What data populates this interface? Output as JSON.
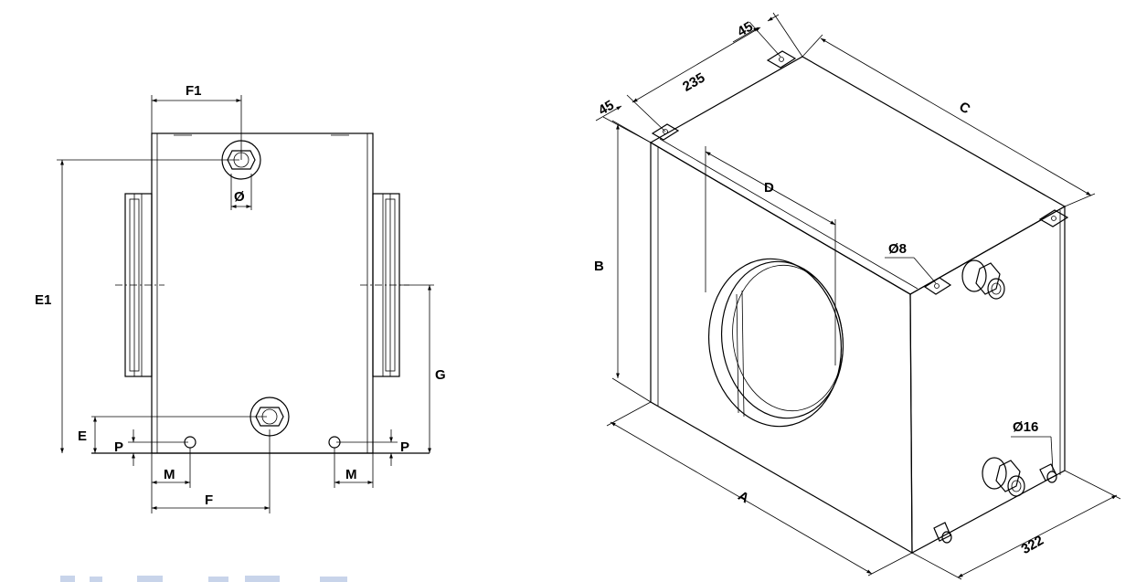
{
  "front_view": {
    "labels": {
      "F1": "F1",
      "diameter": "Ø",
      "E1": "E1",
      "G": "G",
      "E": "E",
      "P_left": "P",
      "P_right": "P",
      "M_left": "M",
      "M_right": "M",
      "F": "F"
    }
  },
  "iso_view": {
    "labels": {
      "dim_45_top": "45",
      "dim_235": "235",
      "dim_45_left": "45",
      "C": "C",
      "D": "D",
      "B": "B",
      "hole_d8": "Ø8",
      "pipe_d16": "Ø16",
      "A": "A",
      "dim_322": "322"
    }
  },
  "colors": {
    "line": "#000000",
    "background": "#ffffff",
    "caption_tint": "#c8d4ea"
  }
}
